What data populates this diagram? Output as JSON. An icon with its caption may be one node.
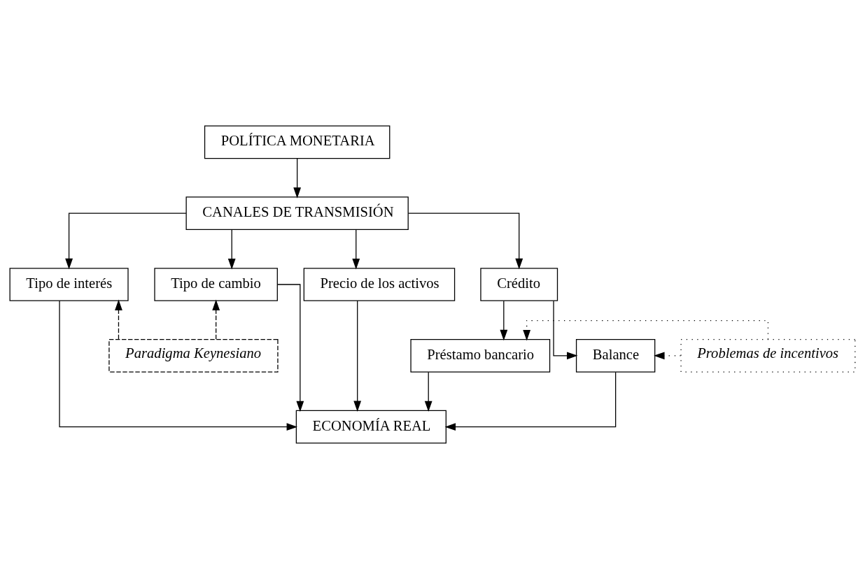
{
  "diagram": {
    "nodes": [
      {
        "text": [
          "POLÍTICA MONETARIA"
        ]
      },
      {
        "text": [
          "CANALES DE TRANSMISIÓN"
        ]
      },
      {
        "text": [
          "Tipo de interés"
        ]
      },
      {
        "text": [
          "Tipo de cambio"
        ]
      },
      {
        "text": [
          "Precio de los activos"
        ]
      },
      {
        "text": [
          "Crédito"
        ]
      },
      {
        "text": [
          "Préstamo bancario"
        ]
      },
      {
        "text": [
          "Balance"
        ]
      },
      {
        "text": [
          "Paradigma Keynesiano"
        ]
      },
      {
        "text": [
          "Problemas de incentivos"
        ]
      },
      {
        "text": [
          "ECONOMÍA REAL"
        ]
      }
    ],
    "edges": [
      {
        "from": 0,
        "to": 1,
        "arrow": "to"
      },
      {
        "from": 1,
        "to": 2,
        "arrow": "to"
      },
      {
        "from": 1,
        "to": 3,
        "arrow": "to"
      },
      {
        "from": 1,
        "to": 4,
        "arrow": "to"
      },
      {
        "from": 1,
        "to": 5,
        "arrow": "to"
      },
      {
        "from": 5,
        "to": 6,
        "arrow": "to"
      },
      {
        "from": 5,
        "to": 7,
        "arrow": "to"
      },
      {
        "from": 8,
        "to": 2,
        "arrow": "to",
        "style": "dashed"
      },
      {
        "from": 8,
        "to": 3,
        "arrow": "to",
        "style": "dashed"
      },
      {
        "from": 9,
        "to": 6,
        "arrow": "to",
        "style": "dashed"
      },
      {
        "from": 9,
        "to": 7,
        "arrow": "to",
        "style": "dashed"
      },
      {
        "from": 2,
        "to": 10,
        "arrow": "to"
      },
      {
        "from": 3,
        "to": 10,
        "arrow": "to"
      },
      {
        "from": 4,
        "to": 10,
        "arrow": "to"
      },
      {
        "from": 6,
        "to": 10,
        "arrow": "to"
      },
      {
        "from": 7,
        "to": 10,
        "arrow": "to"
      }
    ]
  }
}
